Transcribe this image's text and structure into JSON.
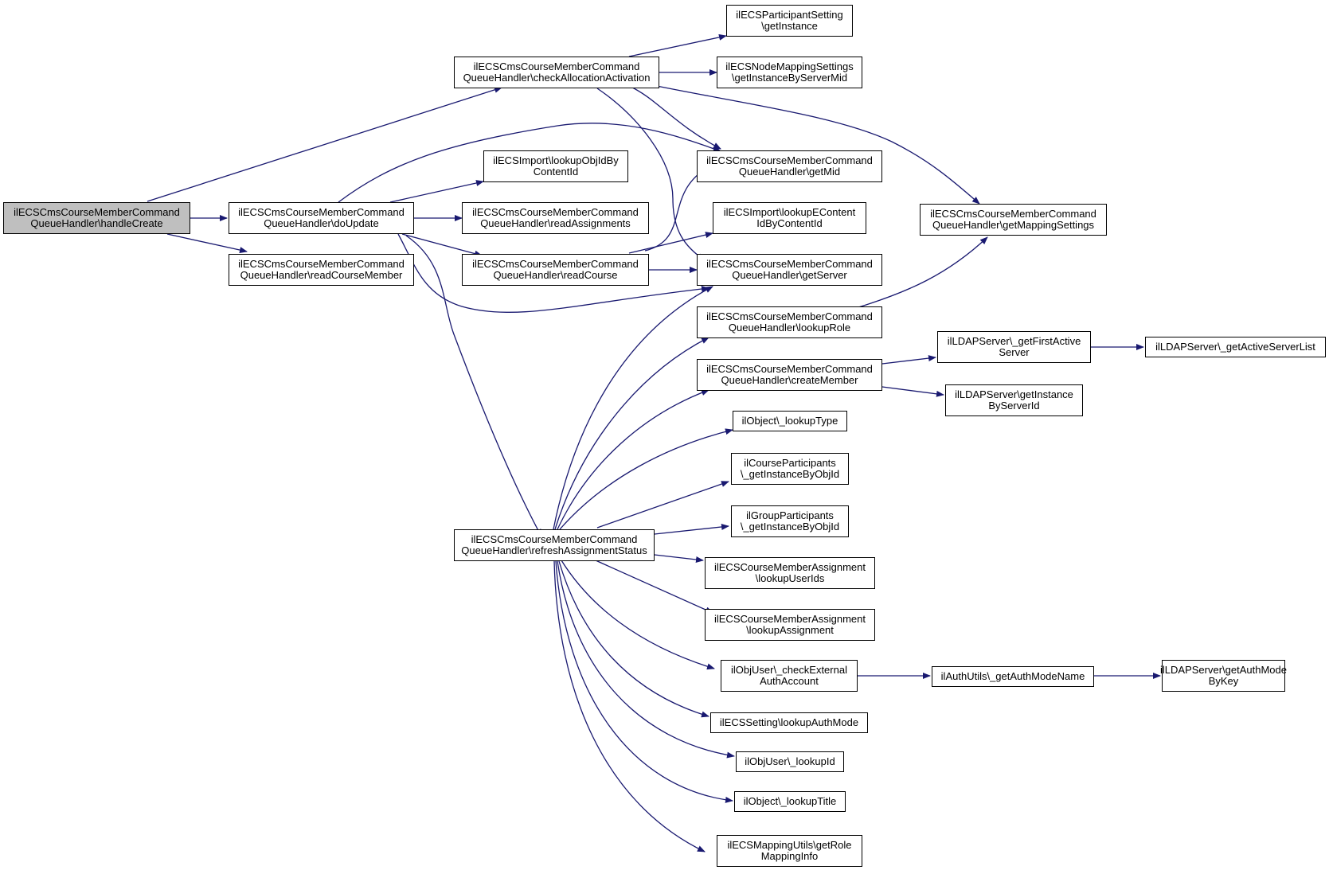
{
  "colors": {
    "edge": "#191970",
    "border": "#000000",
    "root_fill": "#bfbfbf",
    "node_fill": "#ffffff"
  },
  "nodes": {
    "handleCreate": "ilECSCmsCourseMemberCommand\nQueueHandler\\handleCreate",
    "checkAllocationActivation": "ilECSCmsCourseMemberCommand\nQueueHandler\\checkAllocationActivation",
    "doUpdate": "ilECSCmsCourseMemberCommand\nQueueHandler\\doUpdate",
    "readCourseMember": "ilECSCmsCourseMemberCommand\nQueueHandler\\readCourseMember",
    "lookupObjIdByContentId": "ilECSImport\\lookupObjIdBy\nContentId",
    "readAssignments": "ilECSCmsCourseMemberCommand\nQueueHandler\\readAssignments",
    "readCourse": "ilECSCmsCourseMemberCommand\nQueueHandler\\readCourse",
    "refreshAssignmentStatus": "ilECSCmsCourseMemberCommand\nQueueHandler\\refreshAssignmentStatus",
    "participantSettingGetInstance": "ilECSParticipantSetting\n\\getInstance",
    "nodeMappingGetInstance": "ilECSNodeMappingSettings\n\\getInstanceByServerMid",
    "getMid": "ilECSCmsCourseMemberCommand\nQueueHandler\\getMid",
    "lookupEContentIdByContentId": "ilECSImport\\lookupEContent\nIdByContentId",
    "getServer": "ilECSCmsCourseMemberCommand\nQueueHandler\\getServer",
    "lookupRole": "ilECSCmsCourseMemberCommand\nQueueHandler\\lookupRole",
    "createMember": "ilECSCmsCourseMemberCommand\nQueueHandler\\createMember",
    "objectLookupType": "ilObject\\_lookupType",
    "courseParticipantsGetInstance": "ilCourseParticipants\n\\_getInstanceByObjId",
    "groupParticipantsGetInstance": "ilGroupParticipants\n\\_getInstanceByObjId",
    "lookupUserIds": "ilECSCourseMemberAssignment\n\\lookupUserIds",
    "lookupAssignment": "ilECSCourseMemberAssignment\n\\lookupAssignment",
    "checkExternalAuthAccount": "ilObjUser\\_checkExternal\nAuthAccount",
    "lookupAuthMode": "ilECSSetting\\lookupAuthMode",
    "objUserLookupId": "ilObjUser\\_lookupId",
    "objectLookupTitle": "ilObject\\_lookupTitle",
    "getRoleMappingInfo": "ilECSMappingUtils\\getRole\nMappingInfo",
    "getMappingSettings": "ilECSCmsCourseMemberCommand\nQueueHandler\\getMappingSettings",
    "ldapGetFirstActiveServer": "ilLDAPServer\\_getFirstActive\nServer",
    "ldapGetInstanceByServerId": "ilLDAPServer\\getInstance\nByServerId",
    "authUtilsGetAuthModeName": "ilAuthUtils\\_getAuthModeName",
    "ldapGetActiveServerList": "ilLDAPServer\\_getActiveServerList",
    "ldapGetAuthModeByKey": "ilLDAPServer\\getAuthMode\nByKey"
  }
}
